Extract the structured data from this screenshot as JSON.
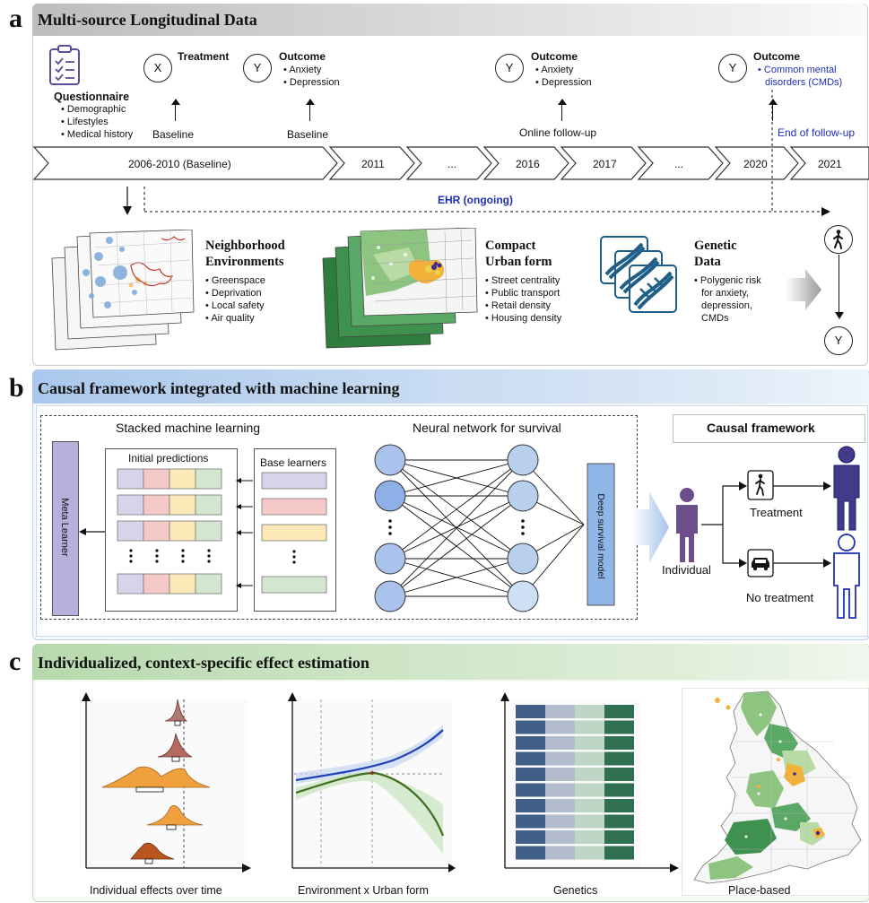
{
  "panel_a": {
    "letter": "a",
    "title": "Multi-source Longitudinal Data",
    "questionnaire": {
      "label": "Questionnaire",
      "items": [
        "Demographic",
        "Lifestyles",
        "Medical history"
      ]
    },
    "treatment_node": {
      "symbol": "X",
      "label": "Treatment",
      "time": "Baseline"
    },
    "outcome_baseline": {
      "symbol": "Y",
      "label": "Outcome",
      "items": [
        "Anxiety",
        "Depression"
      ],
      "time": "Baseline"
    },
    "outcome_followup": {
      "symbol": "Y",
      "label": "Outcome",
      "items": [
        "Anxiety",
        "Depression"
      ],
      "time": "Online follow-up"
    },
    "outcome_end": {
      "symbol": "Y",
      "label": "Outcome",
      "items": [
        "Common mental",
        "disorders (CMDs)"
      ],
      "time": "End of follow-up"
    },
    "timeline": [
      "2006-2010 (Baseline)",
      "2011",
      "...",
      "2016",
      "2017",
      "...",
      "2020",
      "2021"
    ],
    "ehr": "EHR (ongoing)",
    "neighborhood": {
      "title1": "Neighborhood",
      "title2": "Environments",
      "items": [
        "Greenspace",
        "Deprivation",
        "Local safety",
        "Air quality"
      ]
    },
    "urban": {
      "title1": "Compact",
      "title2": "Urban form",
      "items": [
        "Street centrality",
        "Public transport",
        "Retail density",
        "Housing density"
      ]
    },
    "genetic": {
      "title1": "Genetic",
      "title2": "Data",
      "items": [
        "Polygenic risk",
        "for anxiety,",
        "depression,",
        "CMDs"
      ]
    },
    "dag": {
      "top": "walking-person",
      "bottom": "Y"
    }
  },
  "panel_b": {
    "letter": "b",
    "title": "Causal framework integrated with machine learning",
    "stacked_title": "Stacked machine learning",
    "meta_learner": "Meta Learner",
    "initial_predictions": "Initial predictions",
    "base_learners": "Base learners",
    "nn_title": "Neural network for survival",
    "deep_model": "Deep survival model",
    "causal_title": "Causal framework",
    "individual": "Individual",
    "treatment": "Treatment",
    "no_treatment": "No treatment",
    "colors": {
      "purple": "#d9d3ea",
      "red": "#f6c9c9",
      "yellow": "#fbeab8",
      "green": "#d3e7cf",
      "node": "#a9c3ec"
    }
  },
  "panel_c": {
    "letter": "c",
    "title": "Individualized, context-specific effect estimation",
    "captions": [
      "Individual effects over time",
      "Environment x Urban form",
      "Genetics",
      "Place-based"
    ],
    "colors": {
      "blue_line": "#1f3fb5",
      "green_line": "#3f6e1c",
      "bar1": "#3f5f86",
      "bar2": "#b3bccd",
      "bar3": "#bfd6c6",
      "bar4": "#2f7050"
    }
  }
}
